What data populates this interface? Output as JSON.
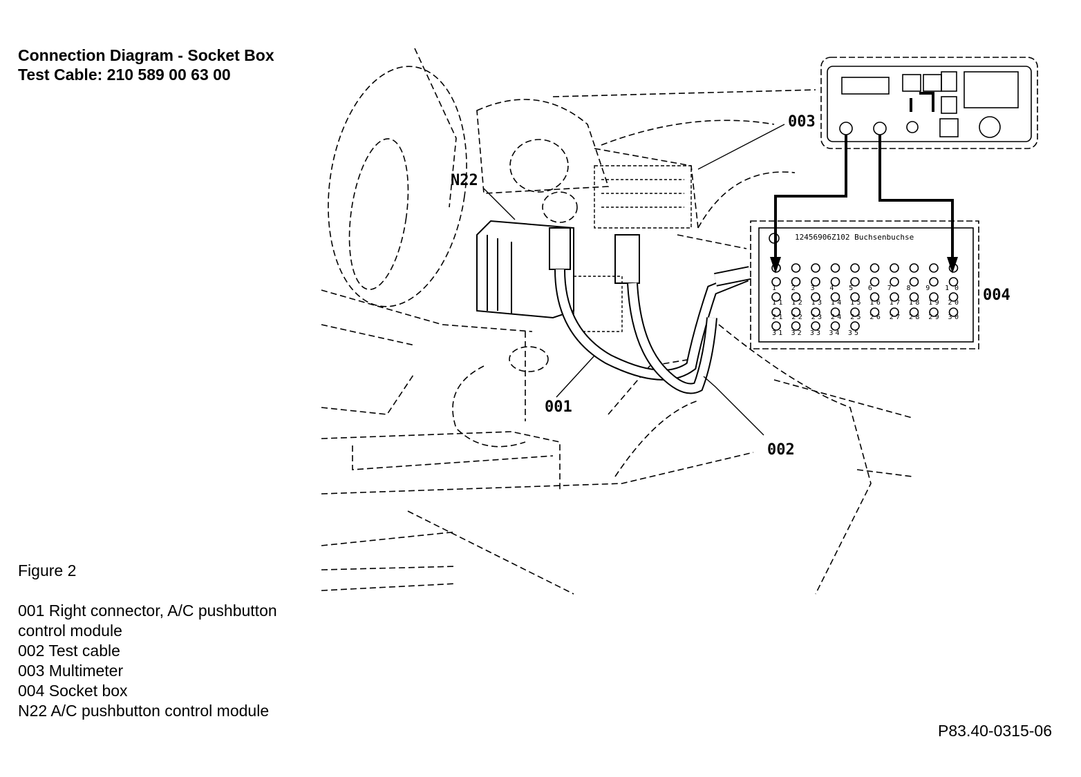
{
  "title": {
    "line1": "Connection Diagram - Socket Box",
    "line2": "Test Cable: 210 589 00 63 00"
  },
  "legend": {
    "figure": "Figure 2",
    "items": [
      "001 Right connector, A/C pushbutton",
      "control module",
      "002 Test cable",
      "003 Multimeter",
      "004 Socket box",
      "N22 A/C pushbutton control module"
    ]
  },
  "reference_code": "P83.40-0315-06",
  "callouts": {
    "n22": "N22",
    "c001": "001",
    "c002": "002",
    "c003": "003",
    "c004": "004"
  },
  "socket_box": {
    "header": "12456906Z102 Buchsenbuchse",
    "row1": "1 2 3 4 5 6 7 8 9 10",
    "row2": "11 12 13 14 15 16 17 18 19 20",
    "row3": "21 22 23 24 25 26 27 28 29 30",
    "row4": "31 32 33 34 35"
  }
}
